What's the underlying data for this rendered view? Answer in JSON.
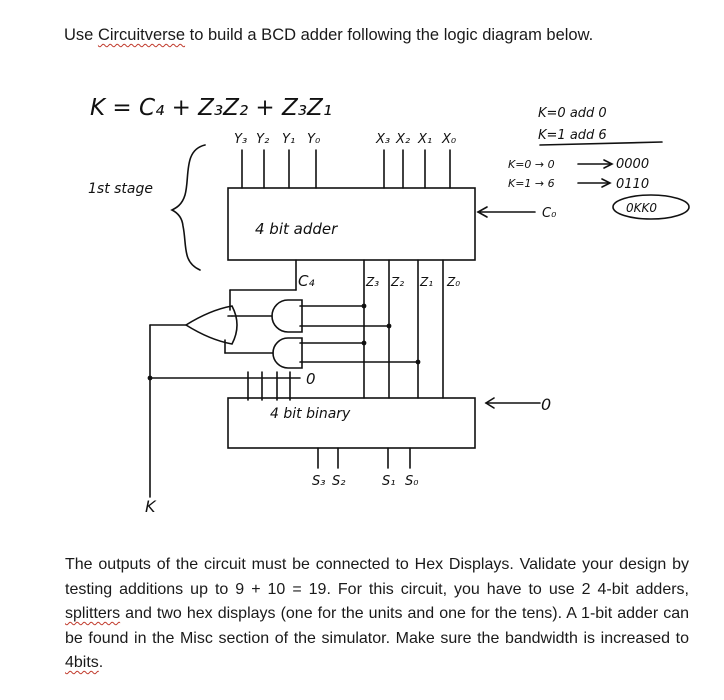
{
  "instruction": {
    "before": "Use ",
    "tool": "Circuitverse",
    "middle": " to build a BCD adder following the logic diagram below."
  },
  "diagram": {
    "equation": "K = C₄ + Z₃Z₂ + Z₃Z₁",
    "stage_label": "1st stage",
    "adder_label": "4 bit adder",
    "binary_label": "4 bit binary",
    "y_inputs": [
      "Y₃",
      "Y₂",
      "Y₁",
      "Y₀"
    ],
    "x_inputs": [
      "X₃",
      "X₂",
      "X₁",
      "X₀"
    ],
    "z_outputs": [
      "Z₃",
      "Z₂",
      "Z₁",
      "Z₀"
    ],
    "carry_label": "C₄",
    "s_outputs": [
      "S₃",
      "S₂",
      "S₁",
      "S₀"
    ],
    "c0_label": "C₀",
    "zero_label": "0",
    "k_output": "K",
    "notes": {
      "k0": "K=0 add 0",
      "k1": "K=1 add 6",
      "map_k0": "K=0 → 0",
      "map_k1": "K=1 → 6",
      "bits_0": "0000",
      "bits_6": "0110",
      "circled": "0KK0"
    }
  },
  "paragraph": {
    "p1": "The outputs of the circuit must be connected to Hex Displays. Validate your design by testing additions up to 9 + 10 = 19. For this circuit, you have to use 2 4-bit adders, ",
    "splitters": "splitters",
    "p2": " and two hex displays (one for the units and one for the tens). A 1-bit adder can be found in the Misc section of the simulator. Make sure the bandwidth is increased to ",
    "bits": "4bits",
    "p3": "."
  }
}
